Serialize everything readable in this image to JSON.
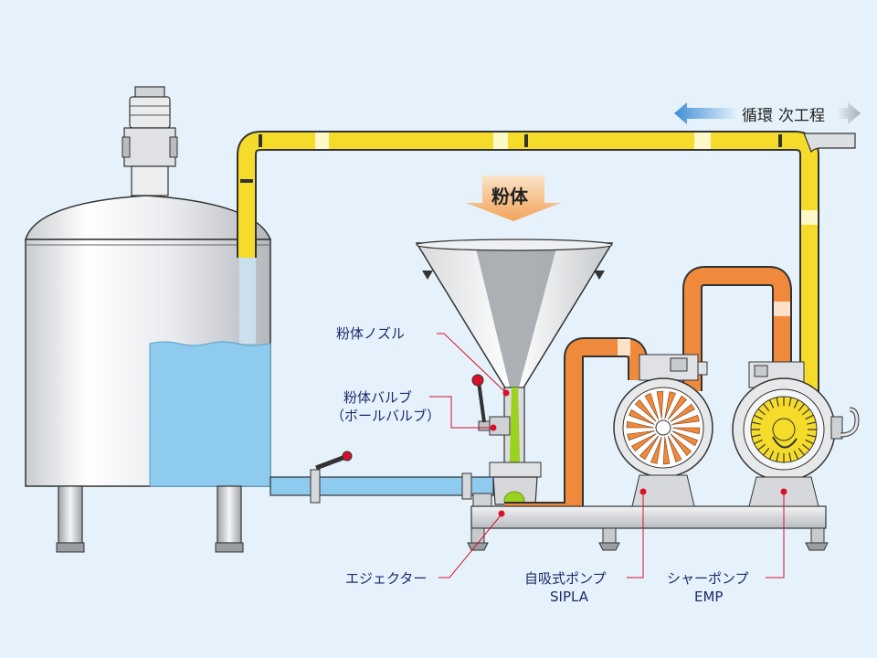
{
  "labels": {
    "circulation": "循環",
    "next_process": "次工程",
    "powder": "粉体",
    "powder_nozzle": "粉体ノズル",
    "powder_valve_line1": "粉体バルブ",
    "powder_valve_line2": "（ボールバルブ）",
    "ejector": "エジェクター",
    "self_priming_pump_line1": "自吸式ポンプ",
    "self_priming_pump_line2": "SIPLA",
    "shear_pump_line1": "シャーポンプ",
    "shear_pump_line2": "EMP"
  },
  "colors": {
    "background": "#e6f2fb",
    "yellow_pipe": "#f6dc2a",
    "orange_pipe": "#ef8a3c",
    "liquid_blue": "#8ecbee",
    "label_blue": "#1a2a6c",
    "marker_red": "#d8102a",
    "green_flow": "#9bd21f",
    "steel_gray": "#b9bcc0"
  },
  "icons": {
    "circulation_arrow": "arrow-left-icon",
    "next_process_arrow": "arrow-right-icon",
    "powder_arrow": "arrow-down-icon"
  }
}
